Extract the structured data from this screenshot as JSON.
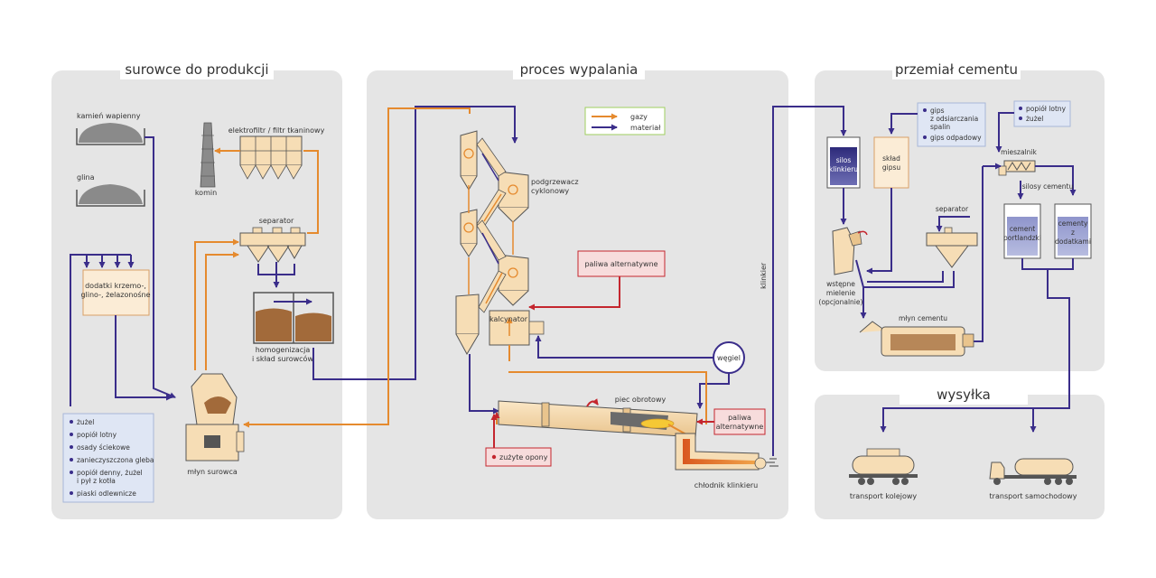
{
  "colors": {
    "panel": "#e5e5e5",
    "material": "#3a2d8a",
    "gas": "#e58a2e",
    "fuel": "#c4262e",
    "equipment": "#f6ddb5",
    "equipment_stroke": "#555555",
    "product": "#a26a3a",
    "info_blue": "#dfe6f4",
    "info_red": "#f7dcdc"
  },
  "sections": {
    "raw": "surowce do produkcji",
    "burn": "proces wypalania",
    "grind": "przemiał cementu",
    "ship": "wysyłka"
  },
  "raw": {
    "limestone": "kamień wapienny",
    "clay": "glina",
    "additives": [
      "dodatki krzemo-,",
      "glino-, żelazonośne"
    ],
    "filter": "elektrofiltr / filtr tkaninowy",
    "chimney": "komin",
    "separator": "separator",
    "homog": [
      "homogenizacja",
      "i skład surowców"
    ],
    "mill": "młyn surowca",
    "alt_materials": [
      "żużel",
      "popiół lotny",
      "osady ściekowe",
      "zanieczyszczona gleba",
      "popiół denny, żużel",
      "i pył z kotła",
      "piaski odlewnicze"
    ]
  },
  "burn": {
    "legend_gas": "gazy",
    "legend_material": "materiał",
    "preheater": [
      "podgrzewacz",
      "cyklonowy"
    ],
    "alt_fuel1": "paliwa alternatywne",
    "calciner": "kalcynator",
    "coal": "węgiel",
    "kiln": "piec obrotowy",
    "alt_fuel2": [
      "paliwa",
      "alternatywne"
    ],
    "tyres": "zużyte opony",
    "cooler": "chłodnik klinkieru",
    "clinker": "klinkier"
  },
  "grind": {
    "gypsum_info": [
      "gips",
      "z odsiarczania",
      "spalin",
      "gips odpadowy"
    ],
    "ash_info": [
      "popiół lotny",
      "żużel"
    ],
    "mixer": "mieszalnik",
    "silos_label": "silosy cementu",
    "clinker_silo": [
      "silos",
      "klinkieru"
    ],
    "gypsum_store": [
      "skład",
      "gipsu"
    ],
    "separator": "separator",
    "portland": [
      "cement",
      "portlandzki"
    ],
    "additive_cement": [
      "cementy",
      "z",
      "dodatkami"
    ],
    "pregrind": [
      "wstępne",
      "mielenie",
      "(opcjonalnie)"
    ],
    "cement_mill": "młyn cementu"
  },
  "ship": {
    "rail": "transport kolejowy",
    "truck": "transport samochodowy"
  }
}
